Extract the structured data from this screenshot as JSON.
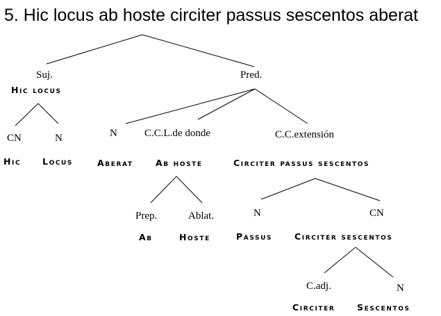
{
  "title": "5. Hic locus  ab hoste  circiter passus sescentos  aberat",
  "nodes": {
    "suj": "Suj.",
    "pred": "Pred.",
    "cn_hic": "CN",
    "n_locus": "N",
    "n_aberat": "N",
    "ccl": "C.C.L.de donde",
    "ccext": "C.C.extensión",
    "prep": "Prep.",
    "ablat": "Ablat.",
    "n_passus": "N",
    "cn_circ": "CN",
    "cadj": "C.adj.",
    "n_sesc": "N"
  },
  "words": {
    "hic_locus": "Hic locus",
    "hic": "Hic",
    "locus": "Locus",
    "aberat": "Aberat",
    "ab_hoste": "Ab hoste",
    "circiter_phrase": "Circiter passus sescentos",
    "ab": "Ab",
    "hoste": "Hoste",
    "passus": "Passus",
    "circiter_sescentos": "Circiter sescentos",
    "circiter": "Circiter",
    "sescentos": "Sescentos"
  }
}
